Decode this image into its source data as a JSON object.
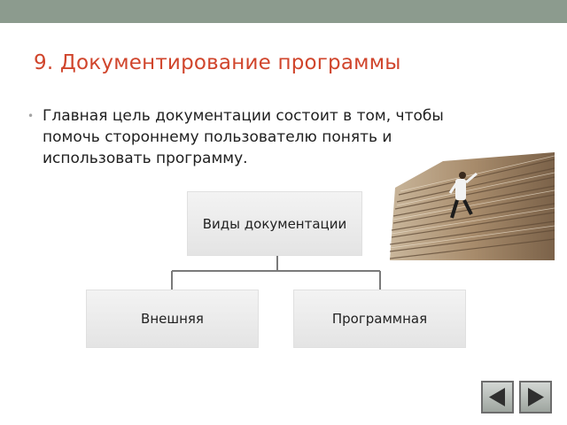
{
  "slide": {
    "title": "9. Документирование программы",
    "bullet_text": "Главная цель документации состоит в том, чтобы помочь стороннему пользователю понять и использовать программу."
  },
  "diagram": {
    "root": "Виды документации",
    "children": [
      "Внешняя",
      "Программная"
    ]
  },
  "photo": {
    "icon": "stacked-papers-climber-photo"
  },
  "navigation": {
    "prev_icon": "triangle-left-icon",
    "next_icon": "triangle-right-icon"
  },
  "colors": {
    "title": "#d0452c",
    "top_bar": "#8c9b8e",
    "box_fill": "#ebebeb",
    "connector": "#7a7a7a",
    "nav_arrow": "#2f2f2f"
  }
}
